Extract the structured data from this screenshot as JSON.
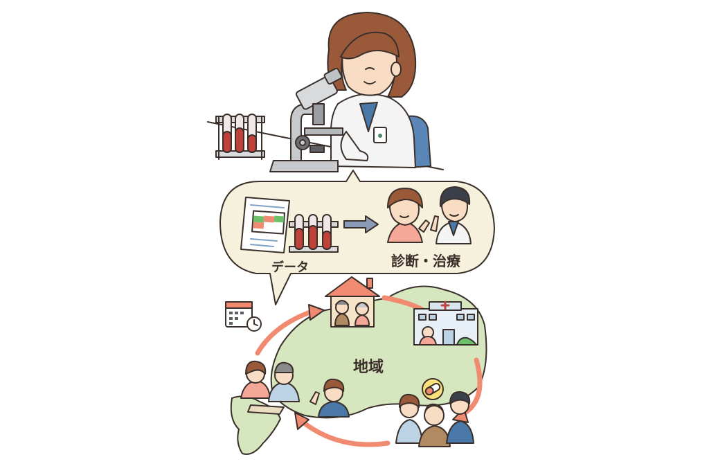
{
  "labels": {
    "data": "データ",
    "diagnosis_treatment": "診断・治療",
    "region": "地域"
  },
  "colors": {
    "outline": "#3a2f2a",
    "bubble_fill": "#f6f1dc",
    "map_green": "#d6e6bf",
    "arrow_salmon": "#f08a70",
    "coat_white": "#f4f4f4",
    "scrub_blue": "#4a78a8",
    "hair_brown": "#9a5a3a",
    "skin": "#f9dcc4",
    "tube_red": "#c0413a",
    "microscope_gray": "#c7c9cc"
  },
  "icons": [
    "microscope-icon",
    "test-tube-rack-icon",
    "data-sheet-icon",
    "arrow-right-icon",
    "calendar-clock-icon",
    "house-icon",
    "hospital-icon",
    "pill-icon"
  ]
}
